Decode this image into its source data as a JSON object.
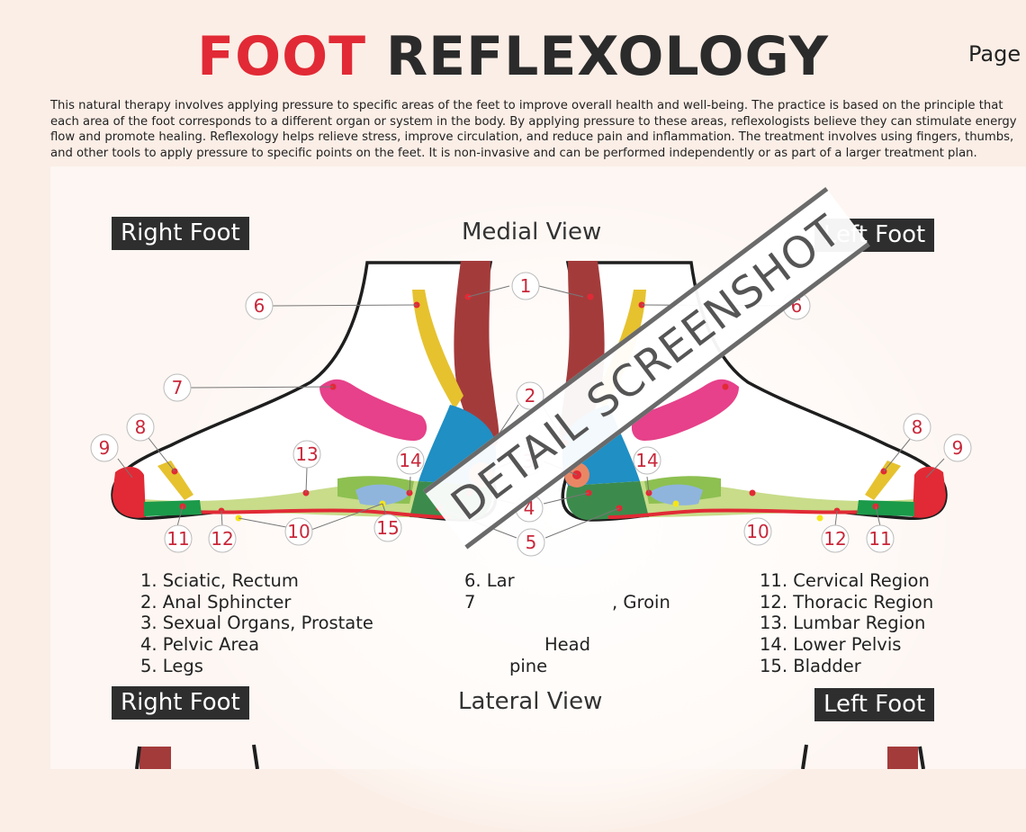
{
  "title": {
    "part1": "FOOT",
    "part2": "REFLEXOLOGY"
  },
  "page_label": "Page",
  "intro": "This natural therapy involves applying pressure to specific areas of the feet to improve overall health and well-being. The practice is based on the principle that each area of the foot corresponds to a different organ or system in the body. By applying pressure to these areas, reflexologists believe they can stimulate energy flow and promote healing. Reflexology helps relieve stress, improve circulation, and reduce pain and inflammation. The treatment involves using fingers, thumbs, and other tools to apply pressure to specific points on the feet. It is non-invasive and can be performed independently or as part of a larger treatment plan.",
  "top": {
    "right_tag": "Right Foot",
    "view": "Medial View",
    "left_tag": "Left Foot"
  },
  "bottom": {
    "right_tag": "Right Foot",
    "view": "Lateral View",
    "left_tag": "Left Foot"
  },
  "callouts": {
    "c1": "1",
    "c2": "2",
    "c3": "3",
    "c4": "4",
    "c5": "5",
    "c6": "6",
    "c7": "7",
    "c8": "8",
    "c9": "9",
    "c10": "10",
    "c11": "11",
    "c12": "12",
    "c13": "13",
    "c14": "14",
    "c15": "15"
  },
  "legend": {
    "col1": [
      "1. Sciatic, Rectum",
      "2. Anal Sphincter",
      "3. Sexual Organs, Prostate",
      "4. Pelvic Area",
      "5. Legs"
    ],
    "col2": [
      "6. Lar",
      "7",
      ", Groin",
      "Head",
      "pine"
    ],
    "col3": [
      "11. Cervical Region",
      "12. Thoracic Region",
      "13. Lumbar Region",
      "14. Lower Pelvis",
      "15. Bladder"
    ]
  },
  "watermark": "DETAIL SCREENSHOT",
  "colors": {
    "accent_red": "#e12a35",
    "sciatic": "#a43b3b",
    "spine_yellow": "#e6c22f",
    "pink": "#e6418a",
    "blue": "#1f8fc4",
    "green": "#3c8b4c",
    "light_green": "#8dc051"
  }
}
